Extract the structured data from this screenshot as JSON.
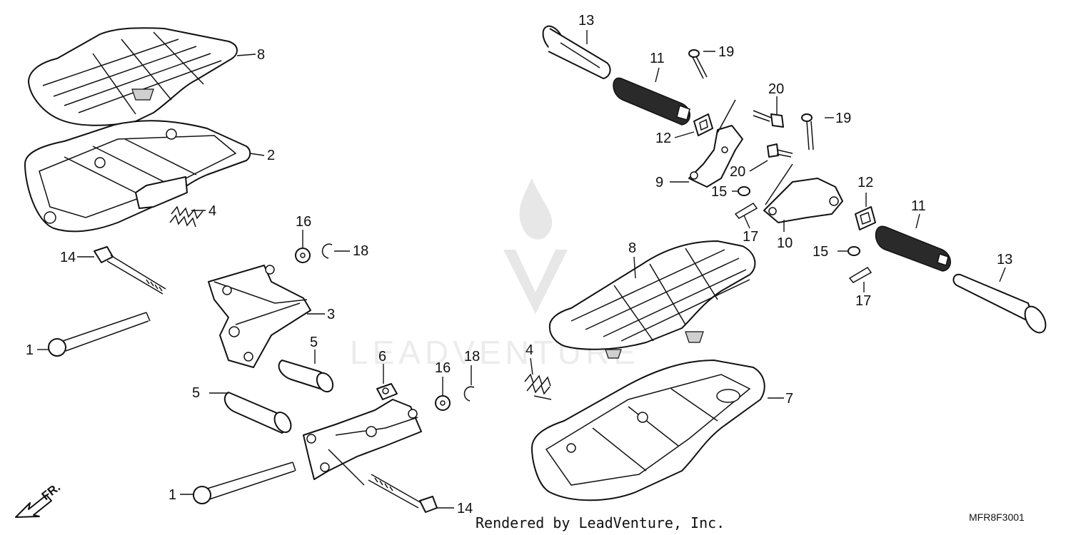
{
  "callouts": {
    "c1_upper": "1",
    "c1_lower": "1",
    "c2": "2",
    "c3": "3",
    "c4_left": "4",
    "c4_right": "4",
    "c5_upper": "5",
    "c5_lower": "5",
    "c6": "6",
    "c7": "7",
    "c8_left": "8",
    "c8_right": "8",
    "c9": "9",
    "c10": "10",
    "c11_upper": "11",
    "c11_lower": "11",
    "c12_upper": "12",
    "c12_lower": "12",
    "c13_upper": "13",
    "c13_lower": "13",
    "c14_upper": "14",
    "c14_lower": "14",
    "c15_upper": "15",
    "c15_lower": "15",
    "c16_upper": "16",
    "c16_lower": "16",
    "c17_upper": "17",
    "c17_lower": "17",
    "c18_upper": "18",
    "c18_lower": "18",
    "c19_upper": "19",
    "c19_lower": "19",
    "c20_upper": "20",
    "c20_lower": "20"
  },
  "footer": {
    "rendered_by": "Rendered by LeadVenture, Inc.",
    "diagram_code": "MFR8F3001",
    "direction_label": "FR."
  },
  "watermark": {
    "text": "LEADVENTURE"
  }
}
